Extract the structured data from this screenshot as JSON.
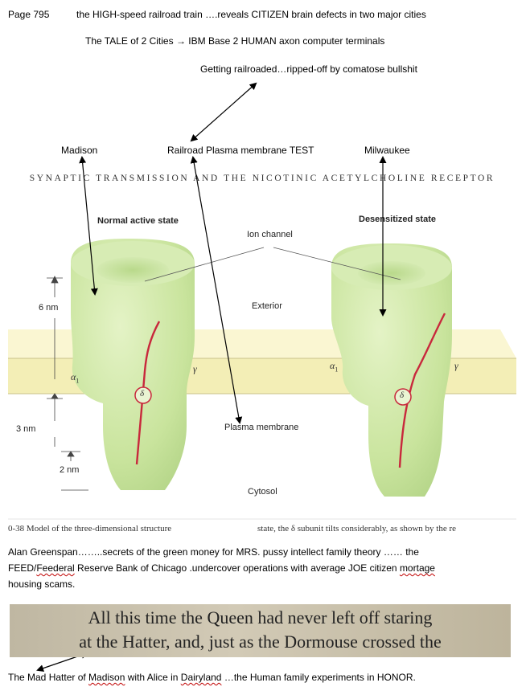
{
  "header": {
    "page": "Page 795",
    "line1": "the HIGH-speed railroad train ….reveals CITIZEN brain defects in two major cities",
    "line2_a": "The TALE of 2 Cities",
    "line2_arrow": "→",
    "line2_b": "IBM Base 2 HUMAN axon computer terminals",
    "line3": "Getting railroaded…ripped-off by comatose bullshit"
  },
  "annotations": {
    "left_city": "Madison",
    "center": "Railroad Plasma membrane TEST",
    "right_city": "Milwaukee"
  },
  "figure": {
    "banner": "SYNAPTIC TRANSMISSION AND THE NICOTINIC ACETYLCHOLINE RECEPTOR",
    "normal_state": "Normal active state",
    "desensitized_state": "Desensitized state",
    "ion_channel": "Ion channel",
    "exterior": "Exterior",
    "plasma_membrane": "Plasma membrane",
    "cytosol": "Cytosol",
    "dim_6nm": "6 nm",
    "dim_3nm": "3 nm",
    "dim_2nm": "2 nm",
    "alpha": "α",
    "alpha_sub": "1",
    "gamma": "γ",
    "delta": "δ",
    "caption_left": "0-38 Model of the three-dimensional structure",
    "caption_right": "state, the δ subunit tilts considerably, as shown by the re"
  },
  "paragraph": {
    "l1_a": "Alan Greenspan……..secrets of the green money for MRS. pussy intellect family theory …… the",
    "l2_a": "FEED/",
    "l2_b": "Feederal",
    "l2_c": " Reserve Bank of Chicago .undercover operations with average JOE citizen ",
    "l2_d": "mortage",
    "l3": "housing scams."
  },
  "quote": {
    "line1": "All this time the Queen had never left off staring",
    "line2": "at the Hatter, and, just as the Dormouse crossed the"
  },
  "footer": {
    "a": "The Mad Hatter of ",
    "b": "Madison",
    "c": " with Alice in ",
    "d": "Dairyland",
    "e": " …the Human family experiments in HONOR."
  },
  "colors": {
    "membrane": "#f7f3c2",
    "protein": "#cfe8a6",
    "delta_line": "#c8283c"
  }
}
